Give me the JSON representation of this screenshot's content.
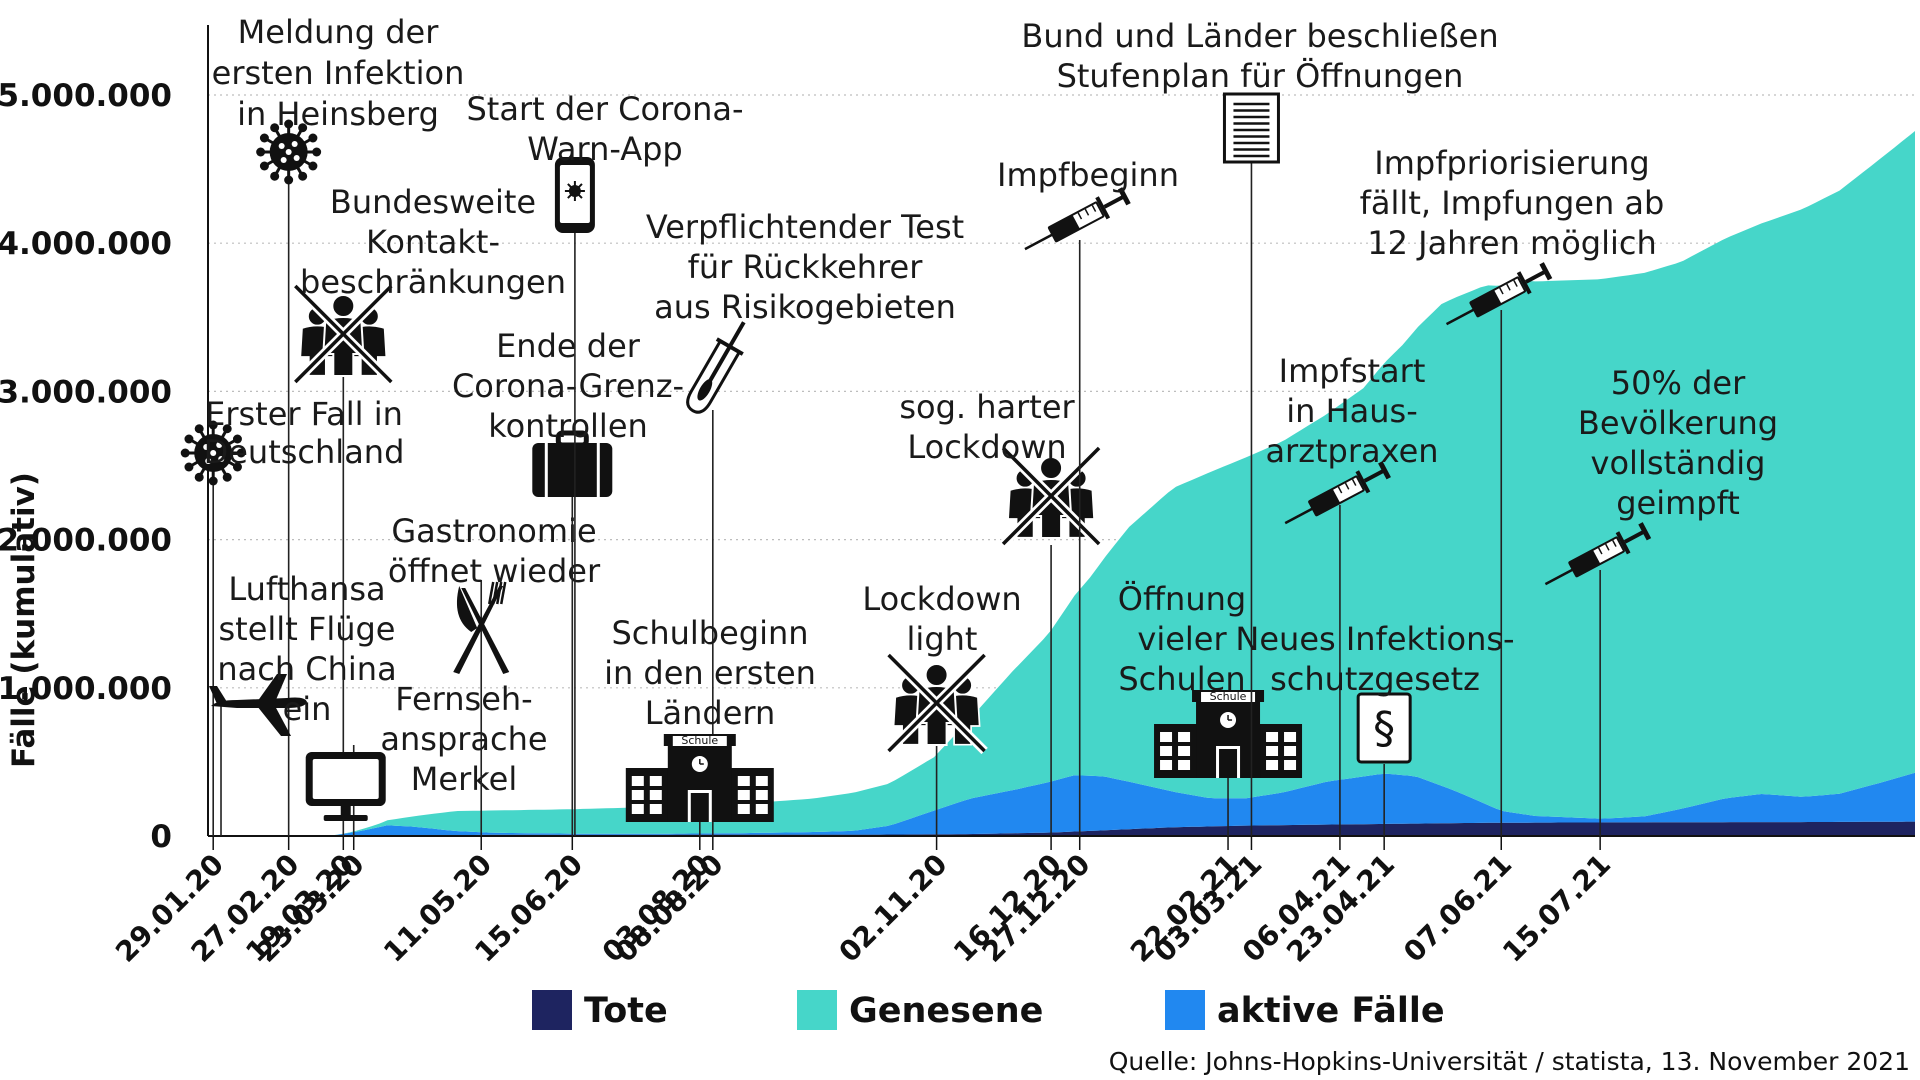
{
  "chart_data": {
    "type": "area",
    "title": "",
    "ylabel": "Fälle (kumulativ)",
    "ylim": [
      0,
      5000000
    ],
    "yticks": [
      0,
      1000000,
      2000000,
      3000000,
      4000000,
      5000000
    ],
    "ytick_labels": [
      "0",
      "1.000.000",
      "2.000.000",
      "3.000.000",
      "4.000.000",
      "5.000.000"
    ],
    "grid": true,
    "xlim": [
      "2020-01-27",
      "2021-11-13"
    ],
    "xticks": [
      "29.01.20",
      "27.02.20",
      "19.03.20",
      "23.03.20",
      "11.05.20",
      "15.06.20",
      "03.08.20",
      "08.08.20",
      "02.11.20",
      "16.12.20",
      "27.12.20",
      "22.02.21",
      "03.03.21",
      "06.04.21",
      "23.04.21",
      "07.06.21",
      "15.07.21"
    ],
    "series": [
      {
        "name": "Tote",
        "color": "#1e2460",
        "points": [
          [
            "2020-01-27",
            0
          ],
          [
            "2020-03-15",
            0
          ],
          [
            "2020-04-15",
            3000
          ],
          [
            "2020-05-15",
            8000
          ],
          [
            "2020-07-01",
            9000
          ],
          [
            "2020-09-01",
            9300
          ],
          [
            "2020-10-15",
            9800
          ],
          [
            "2020-11-15",
            13000
          ],
          [
            "2020-12-15",
            23000
          ],
          [
            "2021-01-01",
            35000
          ],
          [
            "2021-01-15",
            46000
          ],
          [
            "2021-02-01",
            59000
          ],
          [
            "2021-03-01",
            70000
          ],
          [
            "2021-04-01",
            77000
          ],
          [
            "2021-05-01",
            83000
          ],
          [
            "2021-06-01",
            89000
          ],
          [
            "2021-07-01",
            91000
          ],
          [
            "2021-08-01",
            92000
          ],
          [
            "2021-09-01",
            93500
          ],
          [
            "2021-10-01",
            94000
          ],
          [
            "2021-11-13",
            97000
          ]
        ]
      },
      {
        "name": "aktive Fälle",
        "color": "#2188f0",
        "points": [
          [
            "2020-01-27",
            0
          ],
          [
            "2020-03-15",
            4000
          ],
          [
            "2020-03-25",
            30000
          ],
          [
            "2020-04-05",
            70000
          ],
          [
            "2020-04-15",
            60000
          ],
          [
            "2020-05-01",
            28000
          ],
          [
            "2020-05-15",
            14000
          ],
          [
            "2020-06-15",
            7000
          ],
          [
            "2020-07-15",
            6000
          ],
          [
            "2020-08-15",
            9000
          ],
          [
            "2020-09-15",
            17000
          ],
          [
            "2020-10-01",
            25000
          ],
          [
            "2020-10-15",
            60000
          ],
          [
            "2020-11-01",
            160000
          ],
          [
            "2020-11-15",
            240000
          ],
          [
            "2020-12-01",
            290000
          ],
          [
            "2020-12-15",
            340000
          ],
          [
            "2020-12-25",
            380000
          ],
          [
            "2021-01-05",
            365000
          ],
          [
            "2021-01-15",
            320000
          ],
          [
            "2021-02-01",
            240000
          ],
          [
            "2021-02-15",
            190000
          ],
          [
            "2021-03-01",
            185000
          ],
          [
            "2021-03-15",
            220000
          ],
          [
            "2021-04-01",
            290000
          ],
          [
            "2021-04-23",
            340000
          ],
          [
            "2021-05-05",
            320000
          ],
          [
            "2021-05-20",
            220000
          ],
          [
            "2021-06-07",
            80000
          ],
          [
            "2021-06-20",
            45000
          ],
          [
            "2021-07-15",
            25000
          ],
          [
            "2021-08-01",
            40000
          ],
          [
            "2021-08-15",
            90000
          ],
          [
            "2021-09-01",
            160000
          ],
          [
            "2021-09-15",
            190000
          ],
          [
            "2021-10-01",
            170000
          ],
          [
            "2021-10-15",
            190000
          ],
          [
            "2021-11-01",
            270000
          ],
          [
            "2021-11-13",
            330000
          ]
        ]
      },
      {
        "name": "Genesene",
        "color": "#46d6c9",
        "points": [
          [
            "2020-01-27",
            0
          ],
          [
            "2020-03-20",
            1000
          ],
          [
            "2020-04-01",
            20000
          ],
          [
            "2020-04-15",
            70000
          ],
          [
            "2020-05-01",
            135000
          ],
          [
            "2020-05-15",
            150000
          ],
          [
            "2020-06-15",
            165000
          ],
          [
            "2020-07-15",
            180000
          ],
          [
            "2020-08-15",
            195000
          ],
          [
            "2020-09-15",
            225000
          ],
          [
            "2020-10-15",
            285000
          ],
          [
            "2020-11-01",
            360000
          ],
          [
            "2020-11-15",
            540000
          ],
          [
            "2020-12-01",
            800000
          ],
          [
            "2020-12-15",
            1000000
          ],
          [
            "2021-01-01",
            1360000
          ],
          [
            "2021-01-15",
            1720000
          ],
          [
            "2021-02-01",
            2050000
          ],
          [
            "2021-02-15",
            2200000
          ],
          [
            "2021-03-01",
            2300000
          ],
          [
            "2021-03-15",
            2370000
          ],
          [
            "2021-04-01",
            2480000
          ],
          [
            "2021-04-15",
            2620000
          ],
          [
            "2021-05-01",
            2920000
          ],
          [
            "2021-05-15",
            3250000
          ],
          [
            "2021-06-01",
            3500000
          ],
          [
            "2021-06-15",
            3600000
          ],
          [
            "2021-07-15",
            3640000
          ],
          [
            "2021-08-15",
            3690000
          ],
          [
            "2021-09-15",
            3850000
          ],
          [
            "2021-10-15",
            4070000
          ],
          [
            "2021-11-13",
            4330000
          ]
        ]
      }
    ],
    "annotations": [
      {
        "date": "2020-01-29",
        "label": [
          "Erster Fall in",
          "Deutschland"
        ],
        "icon": "virus-icon"
      },
      {
        "date": "2020-02-27",
        "label": [
          "Meldung der",
          "ersten Infektion",
          "in Heinsberg"
        ],
        "icon": "virus-icon"
      },
      {
        "date": "2020-03-19",
        "label": [
          "Bundesweite",
          "Kontakt-",
          "beschränkungen"
        ],
        "icon": "crossed-people-icon"
      },
      {
        "date": "2020-03-23",
        "label": [
          "Fernseh-",
          "ansprache",
          "Merkel"
        ],
        "icon": "monitor-icon"
      },
      {
        "date": "2020-02-01",
        "label": [
          "Lufthansa",
          "stellt Flüge",
          "nach China",
          "ein"
        ],
        "icon": "airplane-icon"
      },
      {
        "date": "2020-05-11",
        "label": [
          "Gastronomie",
          "öffnet wieder"
        ],
        "icon": "cutlery-icon"
      },
      {
        "date": "2020-06-15",
        "label": [
          "Ende der",
          "Corona-Grenz-",
          "kontrollen"
        ],
        "icon": "suitcase-icon"
      },
      {
        "date": "2020-06-16",
        "label": [
          "Start der Corona-",
          "Warn-App"
        ],
        "icon": "smartphone-icon"
      },
      {
        "date": "2020-08-08",
        "label": [
          "Verpflichtender Test",
          "für Rückkehrer",
          "aus Risikogebieten"
        ],
        "icon": "test-tube-icon"
      },
      {
        "date": "2020-08-03",
        "label": [
          "Schulbeginn",
          "in den ersten",
          "Ländern"
        ],
        "icon": "school-icon"
      },
      {
        "date": "2020-11-02",
        "label": [
          "Lockdown",
          "light"
        ],
        "icon": "crossed-people-icon"
      },
      {
        "date": "2020-12-16",
        "label": [
          "sog. harter",
          "Lockdown"
        ],
        "icon": "crossed-people-icon"
      },
      {
        "date": "2020-12-27",
        "label": [
          "Impfbeginn"
        ],
        "icon": "syringe-icon"
      },
      {
        "date": "2021-02-22",
        "label": [
          "Öffnung",
          "vieler",
          "Schulen"
        ],
        "icon": "school-icon"
      },
      {
        "date": "2021-03-03",
        "label": [
          "Bund und Länder beschließen",
          "Stufenplan für Öffnungen"
        ],
        "icon": "document-icon"
      },
      {
        "date": "2021-04-06",
        "label": [
          "Impfstart",
          "in Haus-",
          "arztpraxen"
        ],
        "icon": "syringe-icon"
      },
      {
        "date": "2021-04-23",
        "label": [
          "Neues Infektions-",
          "schutzgesetz"
        ],
        "icon": "paragraph-icon"
      },
      {
        "date": "2021-06-07",
        "label": [
          "Impfpriorisierung",
          "fällt, Impfungen ab",
          "12 Jahren möglich"
        ],
        "icon": "syringe-icon"
      },
      {
        "date": "2021-07-15",
        "label": [
          "50% der",
          "Bevölkerung",
          "vollständig",
          "geimpft"
        ],
        "icon": "syringe-icon"
      }
    ],
    "icon_texts": {
      "school": "Schule",
      "paragraph": "§"
    },
    "legend": [
      {
        "name": "Tote",
        "color": "#1e2460"
      },
      {
        "name": "Genesene",
        "color": "#46d6c9"
      },
      {
        "name": "aktive Fälle",
        "color": "#2188f0"
      }
    ],
    "legend_position": "bottom"
  },
  "source": "Quelle: Johns-Hopkins-Universität / statista, 13. November 2021"
}
